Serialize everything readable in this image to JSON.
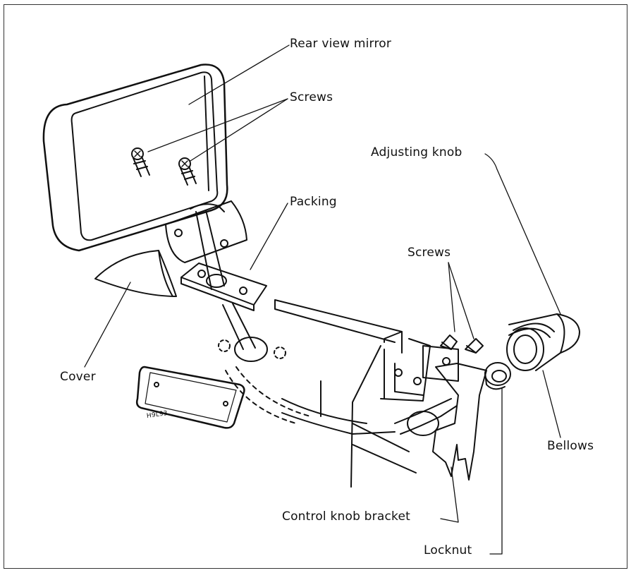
{
  "labels": {
    "rear_view_mirror": "Rear view mirror",
    "screws_top": "Screws",
    "packing": "Packing",
    "adjusting_knob": "Adjusting knob",
    "screws_mid": "Screws",
    "cover": "Cover",
    "bellows": "Bellows",
    "control_knob_bracket": "Control knob bracket",
    "locknut": "Locknut"
  },
  "figure_code": "H9L93"
}
